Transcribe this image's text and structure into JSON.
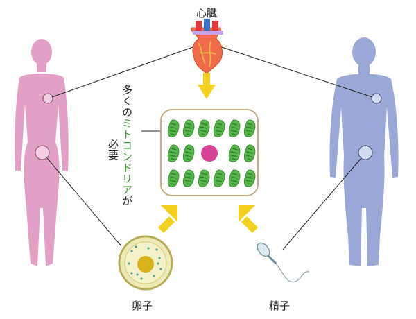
{
  "labels": {
    "heart": "心臓",
    "egg": "卵子",
    "sperm": "精子"
  },
  "requirement": {
    "line1_pre": "多く",
    "line1_mid": "の",
    "line1_highlight": "ミトコンドリア",
    "line1_post": "が",
    "line2": "必要"
  },
  "colors": {
    "female": "#e3a0c6",
    "male": "#9aa8d6",
    "mitochondria": "#56b54a",
    "nucleus": "#d6449a",
    "arrow": "#f3cf1e",
    "box_border": "#c9ab86"
  },
  "icons": {
    "heart": "heart-organ-icon",
    "egg": "egg-cell-icon",
    "sperm": "sperm-cell-icon"
  }
}
